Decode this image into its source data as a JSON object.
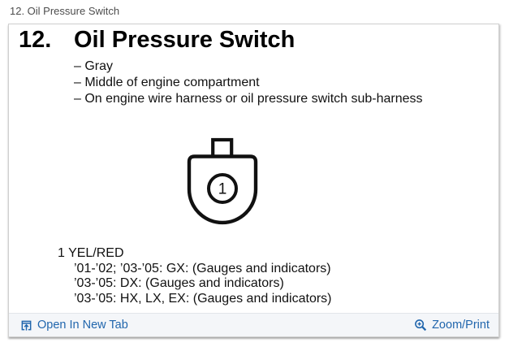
{
  "header": {
    "breadcrumb": "12. Oil Pressure Switch"
  },
  "panel": {
    "number": "12.",
    "title": "Oil Pressure Switch",
    "details": [
      "– Gray",
      "– Middle of engine compartment",
      "– On engine wire harness or oil pressure switch sub-harness"
    ],
    "connector": {
      "pin": "1"
    },
    "wire": {
      "pin": "1",
      "color": "YEL/RED",
      "applications": [
        "’01-’02; ’03-’05: GX: (Gauges and indicators)",
        "’03-’05: DX: (Gauges and indicators)",
        "’03-’05: HX, LX, EX: (Gauges and indicators)"
      ]
    }
  },
  "footer": {
    "open_in_new_tab": "Open In New Tab",
    "zoom_print": "Zoom/Print"
  },
  "colors": {
    "link_blue": "#2166ad",
    "breadcrumb_text": "#4d4d4d",
    "panel_border": "#d0d0d0",
    "footer_background": "#f4f6f9",
    "diagram_stroke": "#111111"
  }
}
